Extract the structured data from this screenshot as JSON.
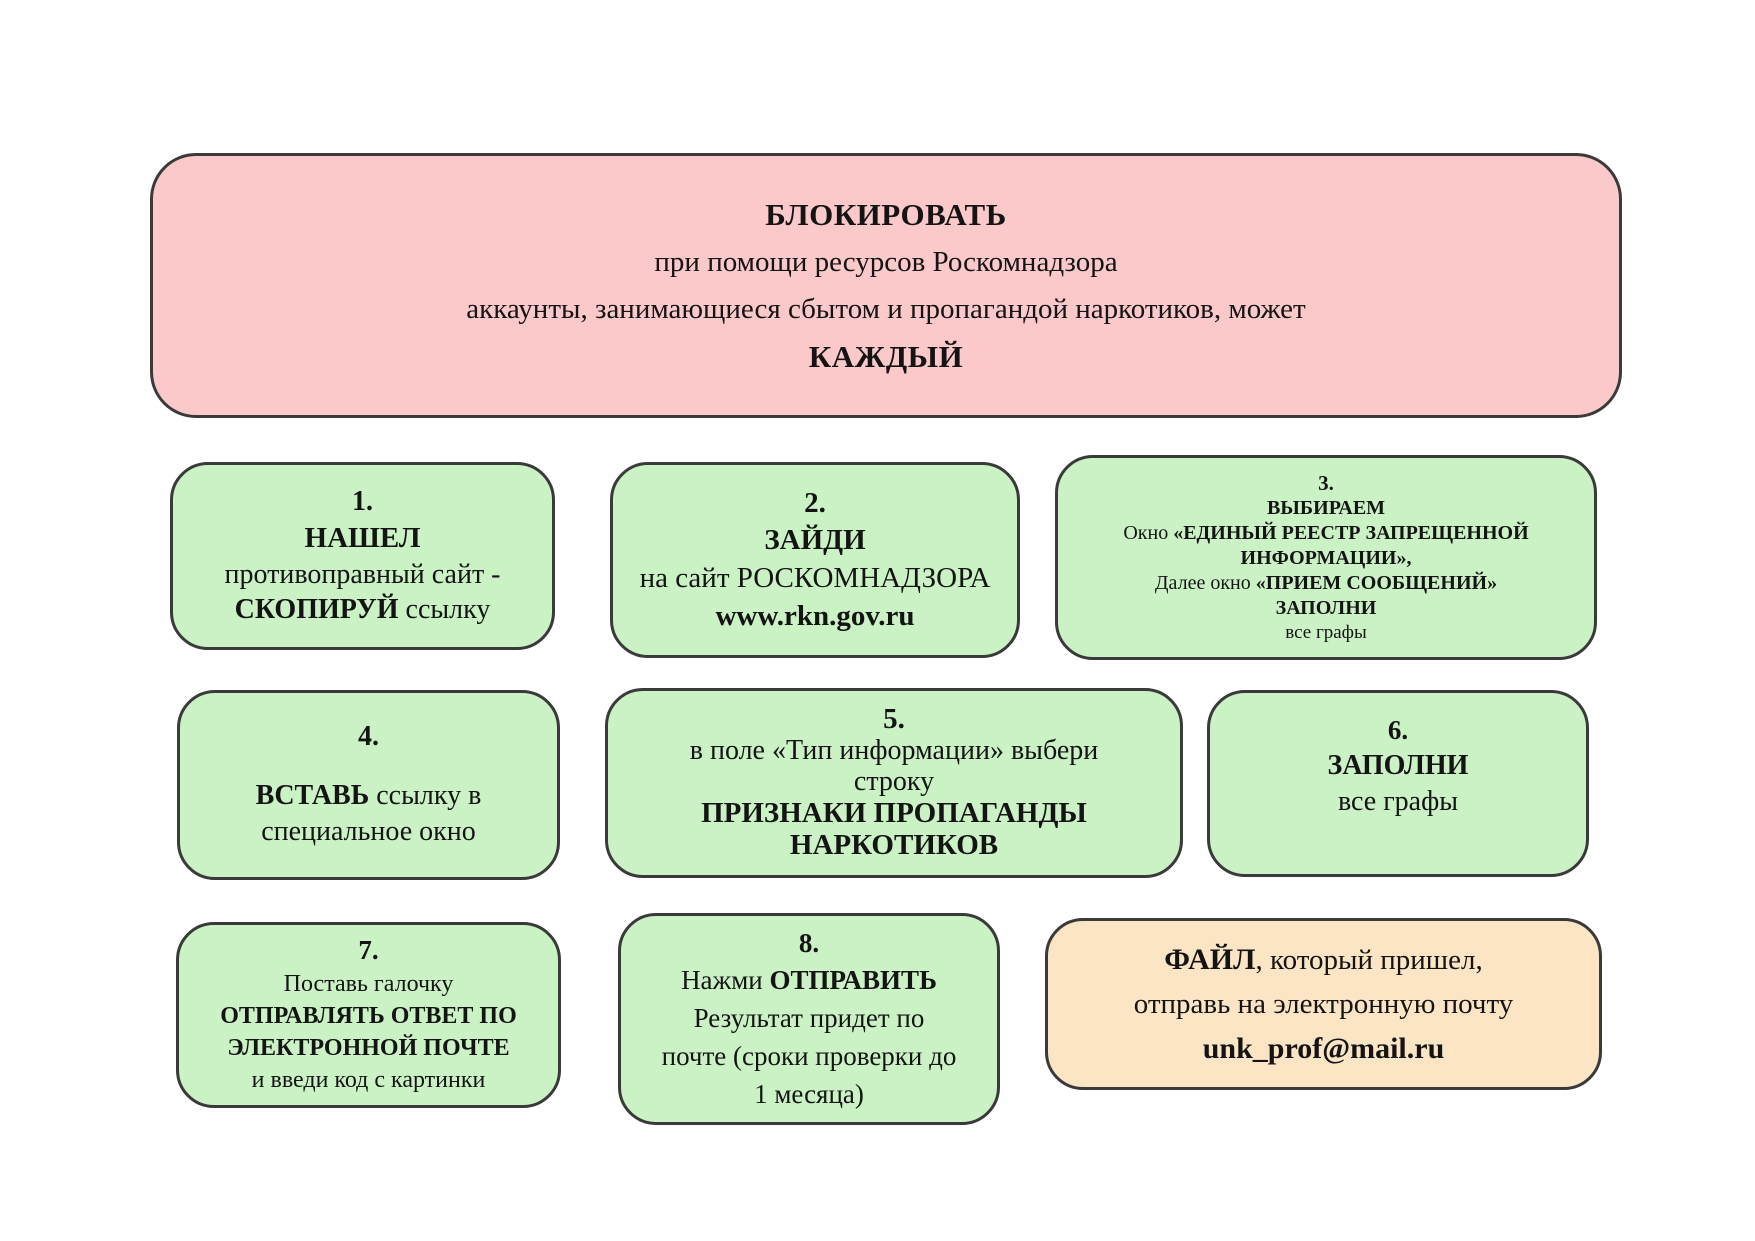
{
  "colors": {
    "pink": "#fbc9c9",
    "green": "#cbf2c5",
    "peach": "#fce5c5",
    "border": "#3a3a3a"
  },
  "header": {
    "line1": "БЛОКИРОВАТЬ",
    "line2": "при помощи ресурсов Роскомнадзора",
    "line3": "аккаунты, занимающиеся сбытом и пропагандой наркотиков, может",
    "line4": "КАЖДЫЙ"
  },
  "step1": {
    "num": "1.",
    "title": "НАШЕЛ",
    "line2": "противоправный сайт -",
    "bold3": "СКОПИРУЙ",
    "rest3": " ссылку"
  },
  "step2": {
    "num": "2.",
    "title": "ЗАЙДИ",
    "line2": "на сайт РОСКОМНАДЗОРА",
    "url": "www.rkn.gov.ru"
  },
  "step3": {
    "num": "3.",
    "title": "ВЫБИРАЕМ",
    "pre2": "Окно ",
    "bold2": "«ЕДИНЫЙ РЕЕСТР ЗАПРЕЩЕННОЙ ИНФОРМАЦИИ»,",
    "pre3": "Далее окно ",
    "bold3": "«ПРИЕМ СООБЩЕНИЙ»",
    "line4": "ЗАПОЛНИ",
    "line5": "все графы"
  },
  "step4": {
    "num": "4.",
    "bold1": "ВСТАВЬ",
    "rest1": " ссылку в",
    "line2": "специальное окно"
  },
  "step5": {
    "num": "5.",
    "line1": "в поле «Тип информации» выбери",
    "line2": "строку",
    "bold3": "ПРИЗНАКИ ПРОПАГАНДЫ",
    "bold4": "НАРКОТИКОВ"
  },
  "step6": {
    "num": "6.",
    "title": "ЗАПОЛНИ",
    "line2": "все графы"
  },
  "step7": {
    "num": "7.",
    "line1": "Поставь галочку",
    "bold2": "ОТПРАВЛЯТЬ ОТВЕТ ПО",
    "bold3": "ЭЛЕКТРОННОЙ ПОЧТЕ",
    "line4": "и введи код с картинки"
  },
  "step8": {
    "num": "8.",
    "pre1": "Нажми ",
    "bold1": "ОТПРАВИТЬ",
    "line2": "Результат придет по",
    "line3": "почте (сроки проверки до",
    "line4": "1 месяца)"
  },
  "file_note": {
    "bold1": "ФАЙЛ",
    "rest1": ", который пришел,",
    "line2": "отправь на электронную почту",
    "email": "unk_prof@mail.ru"
  }
}
